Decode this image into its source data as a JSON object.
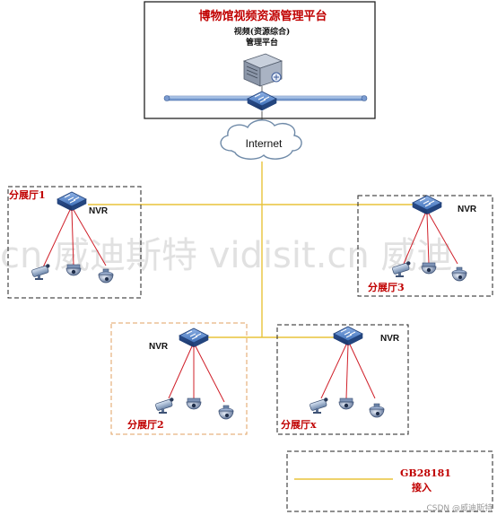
{
  "platform": {
    "title": "博物馆视频资源管理平台",
    "subtitle_line1": "视频(资源综合)",
    "subtitle_line2": "管理平台"
  },
  "internet_label": "Internet",
  "halls": [
    {
      "id": "hall1",
      "name": "分展厅1",
      "device": "NVR"
    },
    {
      "id": "hall3",
      "name": "分展厅3",
      "device": "NVR"
    },
    {
      "id": "hall2",
      "name": "分展厅2",
      "device": "NVR"
    },
    {
      "id": "hallx",
      "name": "分展厅x",
      "device": "NVR"
    }
  ],
  "legend": {
    "line1": "GB28181",
    "line2": "接入"
  },
  "watermark": "cn 威迪斯特 vidisit.cn 威迪",
  "credit": "CSDN @威迪斯特",
  "colors": {
    "title_red": "#c00000",
    "link_yellow": "#e8c33a",
    "cable_red": "#d0202a",
    "hall2_border": "#e0a060",
    "switch_blue": "#2f5fa8"
  }
}
